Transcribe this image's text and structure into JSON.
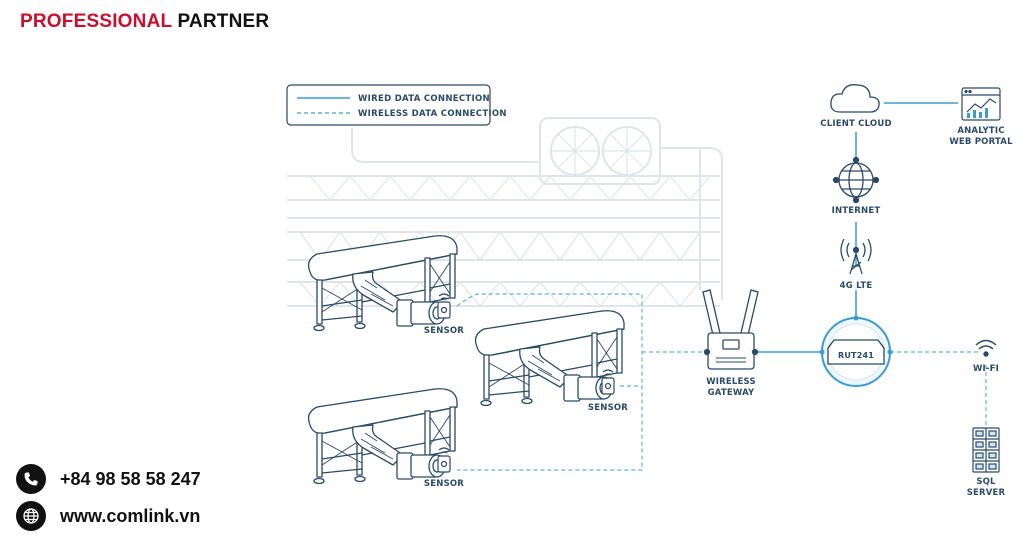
{
  "brand": {
    "word1": "PROFESSIONAL",
    "word2": "PARTNER"
  },
  "contact": {
    "phone": "+84 98 58 58 247",
    "website": "www.comlink.vn"
  },
  "legend": {
    "wired": "WIRED DATA CONNECTION",
    "wireless": "WIRELESS DATA CONNECTION"
  },
  "nodes": {
    "sensor_1": "SENSOR",
    "sensor_2": "SENSOR",
    "sensor_3": "SENSOR",
    "wireless_gateway_line1": "WIRELESS",
    "wireless_gateway_line2": "GATEWAY",
    "router": "RUT241",
    "client_cloud": "CLIENT CLOUD",
    "analytic_line1": "ANALYTIC",
    "analytic_line2": "WEB PORTAL",
    "internet": "INTERNET",
    "lte": "4G LTE",
    "wifi": "WI-FI",
    "sql_line1": "SQL",
    "sql_line2": "SERVER"
  },
  "colors": {
    "brand_red": "#c8102e",
    "line_blue": "#3a9bd1",
    "dashed_teal": "#5bb6c9",
    "outline": "#2a4a66",
    "faint": "#dfe5ea"
  },
  "icons": [
    "phone-icon",
    "globe-icon",
    "cloud-icon",
    "analytics-dashboard-icon",
    "globe-network-icon",
    "cell-tower-icon",
    "wifi-icon",
    "server-rack-icon",
    "router-icon",
    "gateway-icon"
  ]
}
